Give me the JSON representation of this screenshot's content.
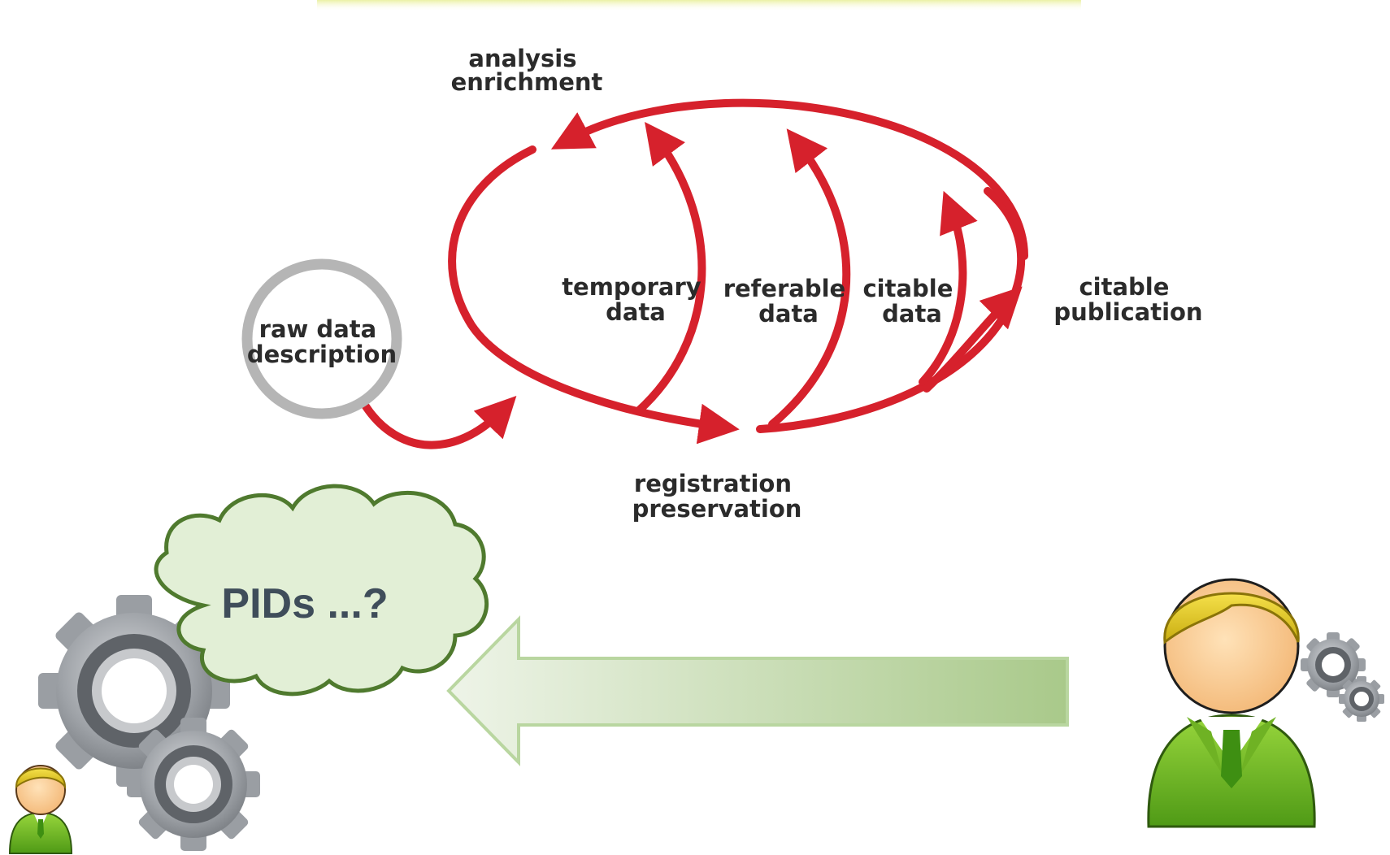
{
  "labels": {
    "analysis": [
      "analysis",
      "enrichment"
    ],
    "raw_data": [
      "raw data",
      "description"
    ],
    "temporary": [
      "temporary",
      "data"
    ],
    "referable": [
      "referable",
      "data"
    ],
    "citable_data": [
      "citable",
      "data"
    ],
    "citable_publication": [
      "citable",
      "publication"
    ],
    "registration": [
      "registration",
      "preservation"
    ]
  },
  "cloud_text": "PIDs ...?",
  "colors": {
    "cycle_red": "#d6212c",
    "ring_gray": "#b5b5b5",
    "cloud_fill": "#e2efd6",
    "cloud_stroke": "#4f7a2e",
    "arrow_green": "#a9c98a",
    "person_green": "#7cc42a",
    "hair_yellow": "#e8cf1a",
    "gear_gray": "#9a9ea3"
  },
  "icons": [
    "gear-icon",
    "person-icon",
    "thought-cloud-icon",
    "left-arrow-icon"
  ]
}
